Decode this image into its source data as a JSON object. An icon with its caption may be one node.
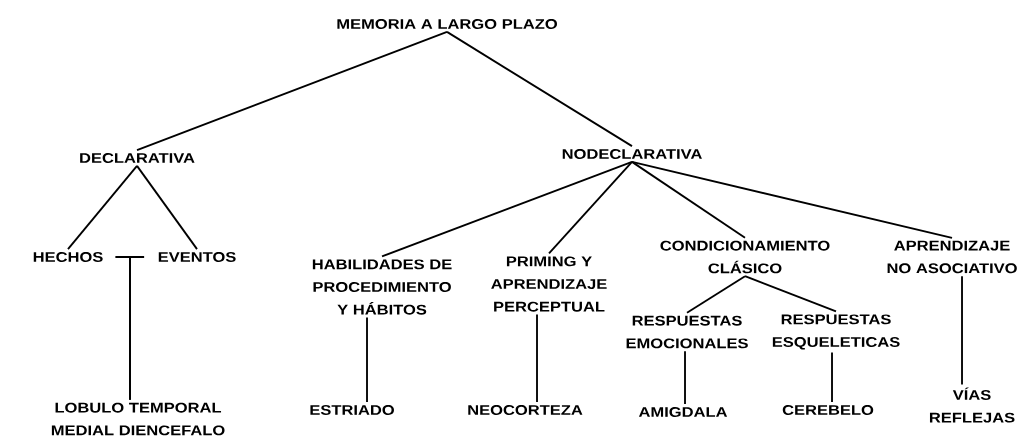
{
  "diagram": {
    "nodes": [
      {
        "text": [
          "MEMORIA A LARGO PLAZO"
        ]
      },
      {
        "text": [
          "DECLARATIVA"
        ]
      },
      {
        "text": [
          "NODECLARATIVA"
        ]
      },
      {
        "text": [
          "HECHOS"
        ]
      },
      {
        "text": [
          "EVENTOS"
        ]
      },
      {
        "text": [
          "LOBULO TEMPORAL MEDIAL DIENCEFALO"
        ]
      },
      {
        "text": [
          "HABILIDADES DE PROCEDIMIENTO Y HÁBITOS"
        ]
      },
      {
        "text": [
          "PRIMING Y APRENDIZAJE PERCEPTUAL"
        ]
      },
      {
        "text": [
          "CONDICIONAMIENTO CLÁSICO"
        ]
      },
      {
        "text": [
          "APRENDIZAJE NO ASOCIATIVO"
        ]
      },
      {
        "text": [
          "RESPUESTAS EMOCIONALES"
        ]
      },
      {
        "text": [
          "RESPUESTAS ESQUELETICAS"
        ]
      },
      {
        "text": [
          "ESTRIADO"
        ]
      },
      {
        "text": [
          "NEOCORTEZA"
        ]
      },
      {
        "text": [
          "AMIGDALA"
        ]
      },
      {
        "text": [
          "CEREBELO"
        ]
      },
      {
        "text": [
          "VÍAS REFLEJAS"
        ]
      }
    ],
    "edges": [
      {
        "from": 0,
        "to": 1,
        "arrow": "none"
      },
      {
        "from": 0,
        "to": 2,
        "arrow": "none"
      },
      {
        "from": 1,
        "to": 3,
        "arrow": "none"
      },
      {
        "from": 1,
        "to": 4,
        "arrow": "none"
      },
      {
        "from": 3,
        "to": 4,
        "arrow": "none"
      },
      {
        "from": 3,
        "to": 5,
        "arrow": "none"
      },
      {
        "from": 4,
        "to": 5,
        "arrow": "none"
      },
      {
        "from": 2,
        "to": 6,
        "arrow": "none"
      },
      {
        "from": 2,
        "to": 7,
        "arrow": "none"
      },
      {
        "from": 2,
        "to": 8,
        "arrow": "none"
      },
      {
        "from": 2,
        "to": 9,
        "arrow": "none"
      },
      {
        "from": 8,
        "to": 10,
        "arrow": "none"
      },
      {
        "from": 8,
        "to": 11,
        "arrow": "none"
      },
      {
        "from": 6,
        "to": 12,
        "arrow": "none"
      },
      {
        "from": 7,
        "to": 13,
        "arrow": "none"
      },
      {
        "from": 10,
        "to": 14,
        "arrow": "none"
      },
      {
        "from": 11,
        "to": 15,
        "arrow": "none"
      },
      {
        "from": 9,
        "to": 16,
        "arrow": "none"
      }
    ]
  }
}
